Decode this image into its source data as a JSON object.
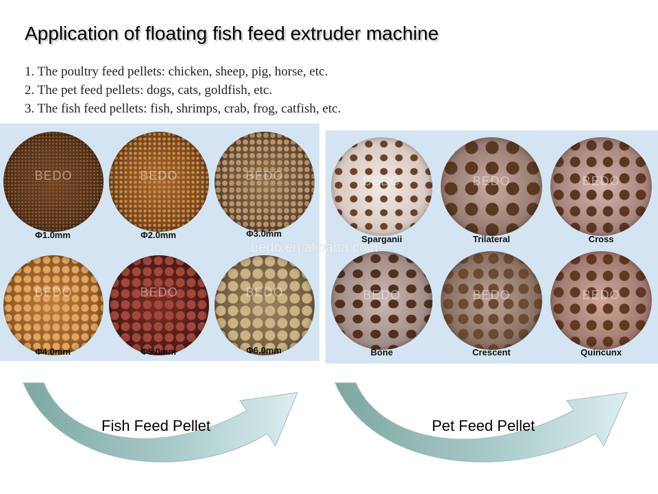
{
  "title": "Application of floating fish feed extruder machine",
  "applications": [
    "1. The poultry feed pellets: chicken, sheep, pig, horse, etc.",
    "2. The pet feed pellets: dogs, cats, goldfish, etc.",
    "3. The fish feed pellets: fish, shrimps, crab, frog, catfish, etc."
  ],
  "watermark": "BEDO",
  "site_watermark": "bedo.en.alibaba.com",
  "fish_panel": {
    "label": "Fish Feed Pellet",
    "samples": [
      {
        "caption": "Φ1.0mm"
      },
      {
        "caption": "Φ2.0mm"
      },
      {
        "caption": "Φ3.0mm"
      },
      {
        "caption": "Φ4.0mm"
      },
      {
        "caption": "Φ5.0mm"
      },
      {
        "caption": "Φ6.0mm"
      }
    ]
  },
  "pet_panel": {
    "label": "Pet Feed Pellet",
    "samples": [
      {
        "caption": "Sparganii"
      },
      {
        "caption": "Trilateral"
      },
      {
        "caption": "Cross"
      },
      {
        "caption": "Bone"
      },
      {
        "caption": "Crescent"
      },
      {
        "caption": "Quincunx"
      }
    ]
  },
  "colors": {
    "panel_bg": "#d4e4f2",
    "arrow_fill": "#7ea7a0",
    "arrow_light": "#d8ecef"
  }
}
